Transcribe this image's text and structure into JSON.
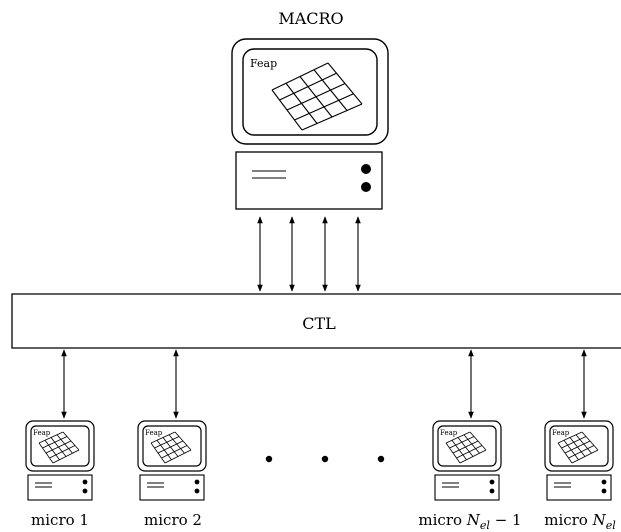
{
  "macro": {
    "title": "MACRO",
    "screen_label": "Feap"
  },
  "ctl": {
    "label": "CTL"
  },
  "micros": [
    {
      "screen_label": "Feap",
      "caption": "micro 1",
      "caption_index": "",
      "caption_suffix": ""
    },
    {
      "screen_label": "Feap",
      "caption": "micro 2",
      "caption_index": "",
      "caption_suffix": ""
    },
    {
      "screen_label": "Feap",
      "caption": "micro N",
      "caption_index": "el",
      "caption_suffix": " − 1"
    },
    {
      "screen_label": "Feap",
      "caption": "micro N",
      "caption_index": "el",
      "caption_suffix": ""
    }
  ],
  "ellipsis_dots": 3,
  "macro_link_count": 4
}
